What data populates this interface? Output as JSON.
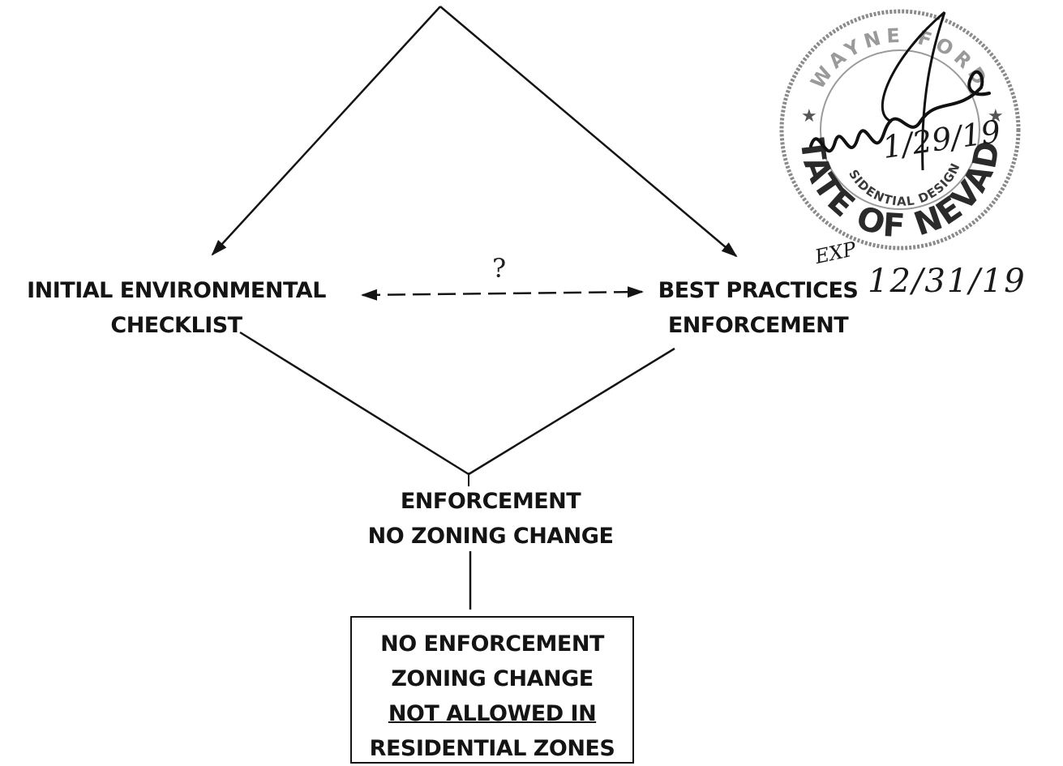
{
  "nodes": {
    "left": {
      "lines": [
        "INITIAL ENVIRONMENTAL",
        "CHECKLIST"
      ]
    },
    "right": {
      "lines": [
        "BEST PRACTICES",
        "ENFORCEMENT"
      ]
    },
    "middle": {
      "lines": [
        "ENFORCEMENT",
        "NO ZONING CHANGE"
      ]
    },
    "box": {
      "lines": [
        "NO ENFORCEMENT",
        "ZONING CHANGE",
        "NOT ALLOWED IN",
        "RESIDENTIAL ZONES"
      ]
    }
  },
  "connector": {
    "label": "?"
  },
  "stamp": {
    "outer_text": "STATE OF NEVADA",
    "top_text": "WAYNE FORD",
    "inner_text": "RESIDENTIAL DESIGNER",
    "signature_date": "1/29/19",
    "expiration_label": "EXP",
    "expiration_date": "12/31/19"
  },
  "colors": {
    "ink": "#141414",
    "paper": "#ffffff",
    "stamp": "#8a8a8a"
  }
}
